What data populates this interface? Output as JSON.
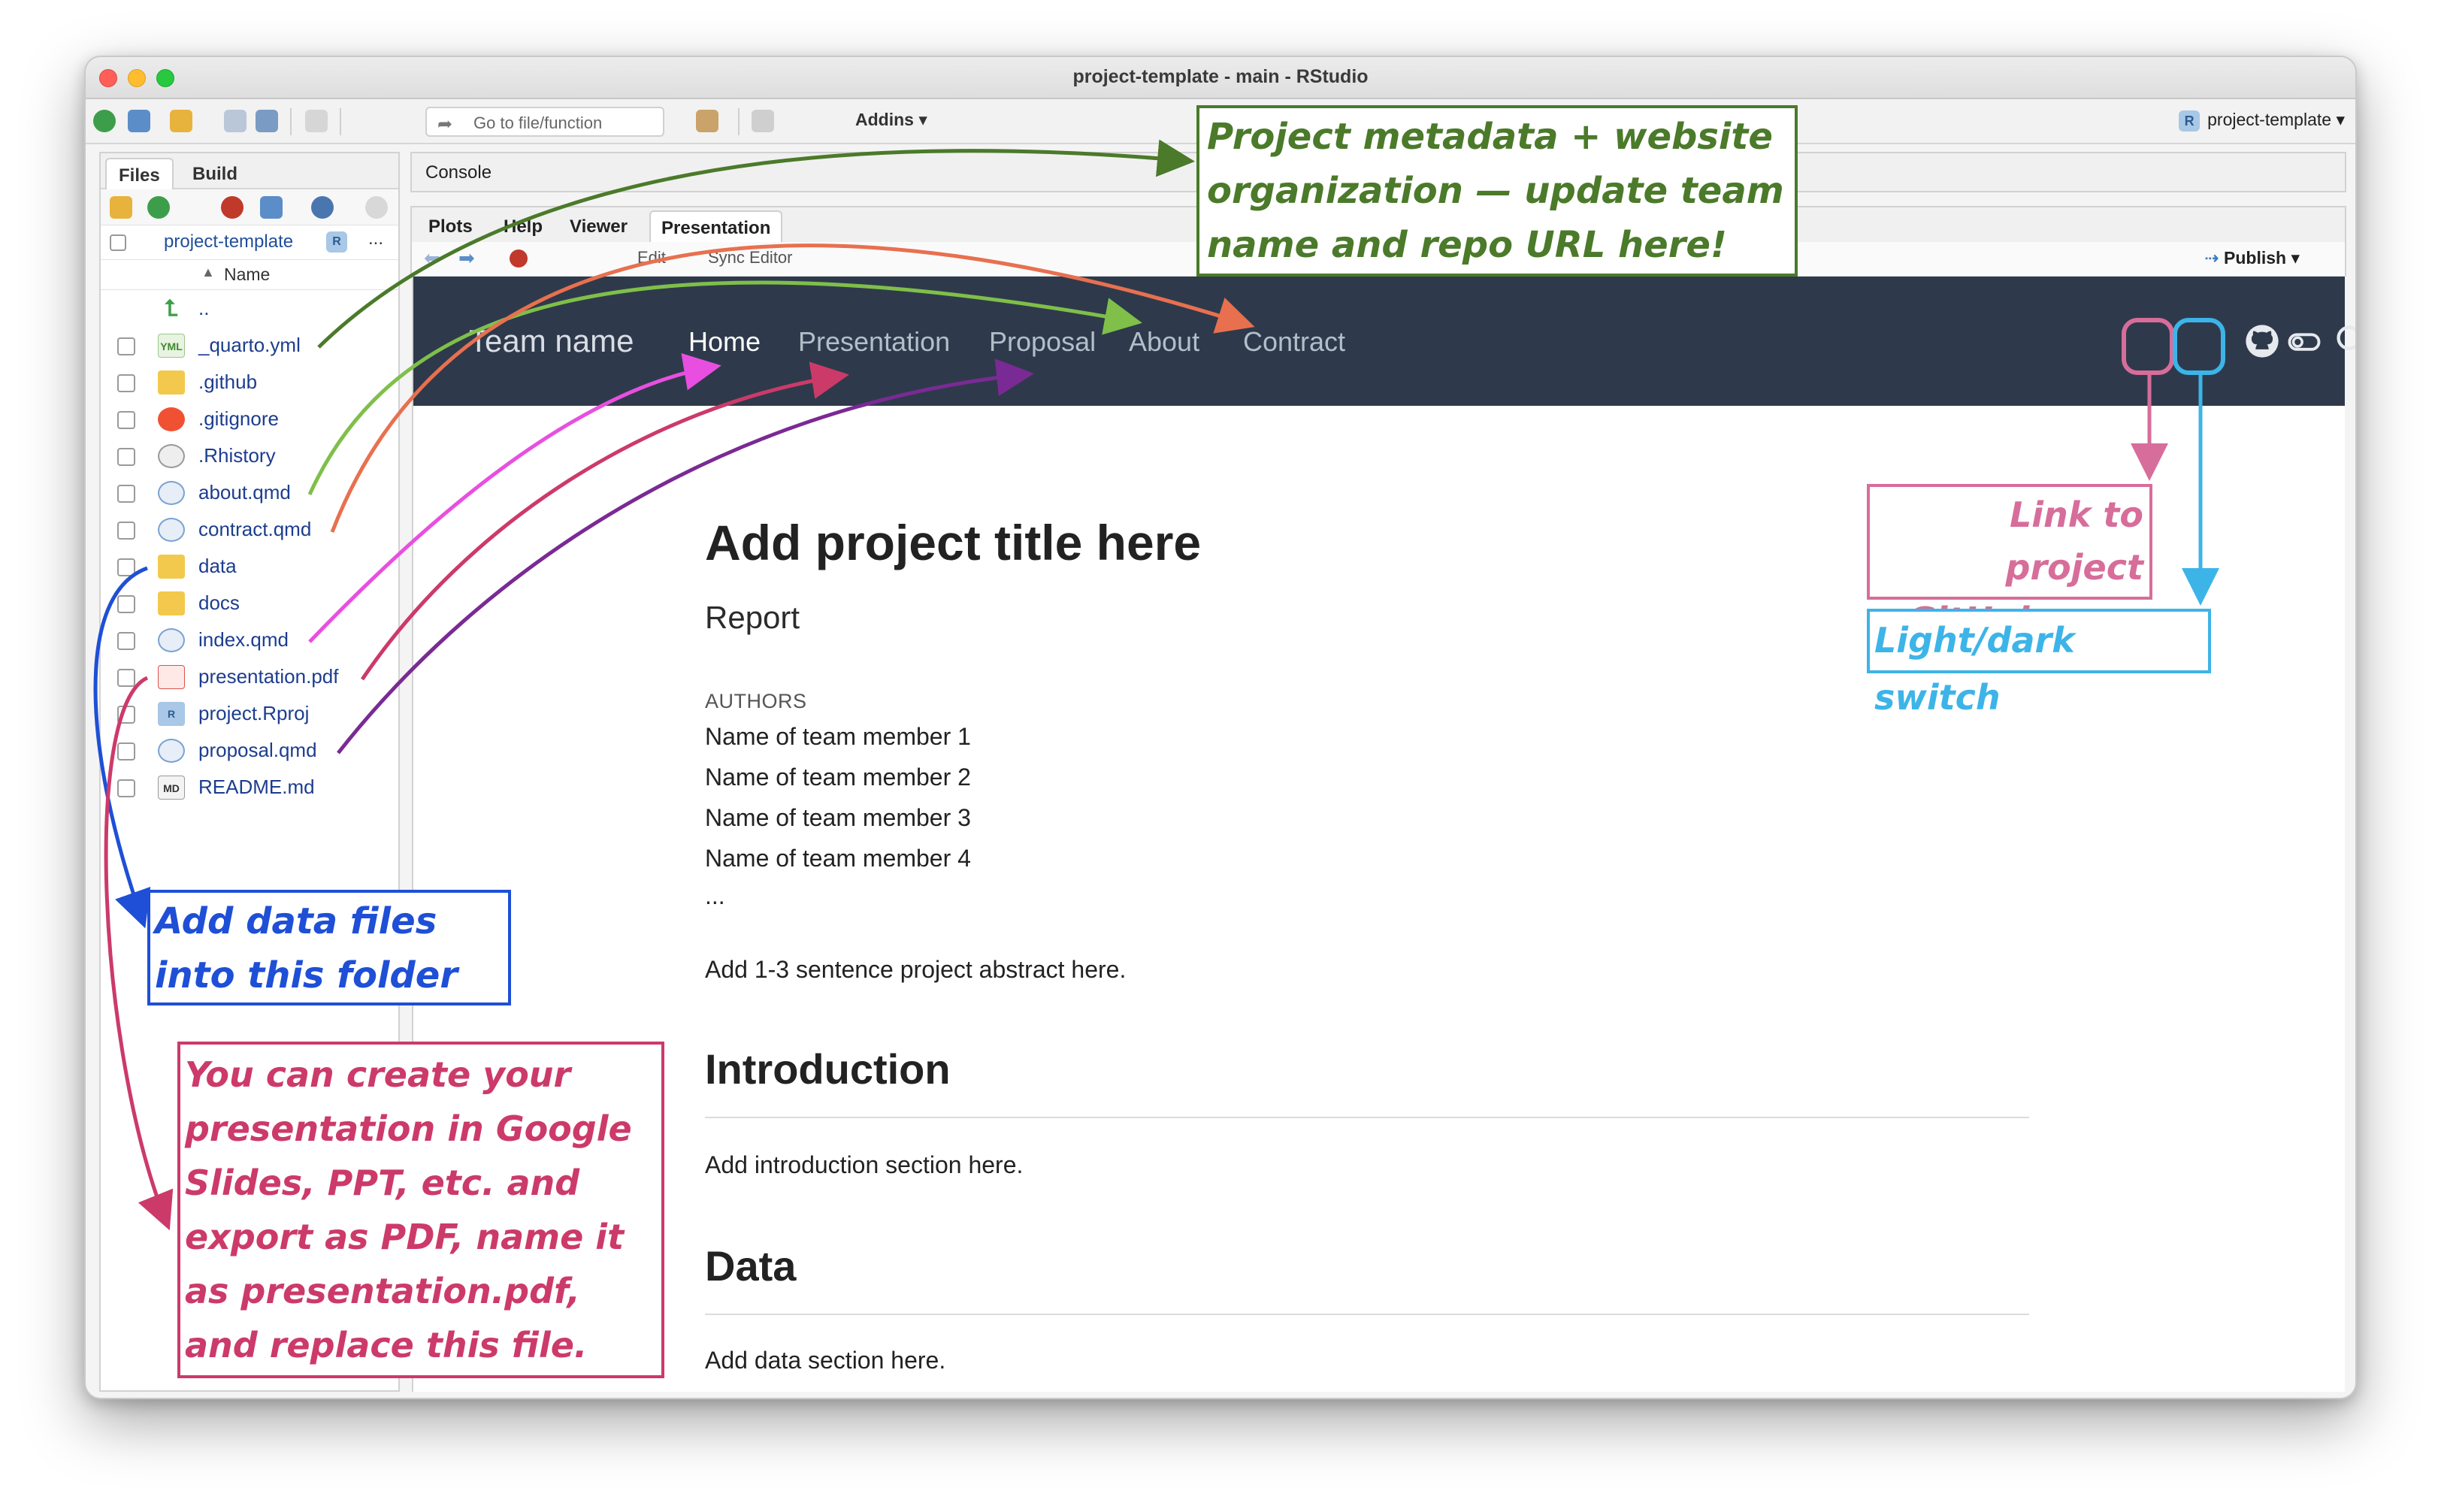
{
  "window": {
    "title": "project-template - main - RStudio"
  },
  "toolbar": {
    "goto_placeholder": "Go to file/function",
    "addins_label": "Addins",
    "project_label": "project-template",
    "project_icon_letter": "R"
  },
  "left_pane": {
    "tabs": [
      {
        "label": "Files"
      },
      {
        "label": "Build"
      }
    ],
    "breadcrumb": "project-template",
    "breadcrumb_icon_letter": "R",
    "more": "...",
    "column_header": "Name",
    "sort_glyph": "▲",
    "files": [
      {
        "name": "..",
        "icon": "up-arrow-icon"
      },
      {
        "name": "_quarto.yml",
        "icon": "yaml-file-icon",
        "badge": "YML"
      },
      {
        "name": ".github",
        "icon": "folder-icon"
      },
      {
        "name": ".gitignore",
        "icon": "git-file-icon"
      },
      {
        "name": ".Rhistory",
        "icon": "history-file-icon"
      },
      {
        "name": "about.qmd",
        "icon": "quarto-file-icon"
      },
      {
        "name": "contract.qmd",
        "icon": "quarto-file-icon"
      },
      {
        "name": "data",
        "icon": "folder-icon"
      },
      {
        "name": "docs",
        "icon": "folder-icon"
      },
      {
        "name": "index.qmd",
        "icon": "quarto-file-icon"
      },
      {
        "name": "presentation.pdf",
        "icon": "pdf-file-icon"
      },
      {
        "name": "project.Rproj",
        "icon": "rproj-file-icon",
        "badge": "R"
      },
      {
        "name": "proposal.qmd",
        "icon": "quarto-file-icon"
      },
      {
        "name": "README.md",
        "icon": "markdown-file-icon",
        "badge": "MD"
      }
    ]
  },
  "console": {
    "label": "Console"
  },
  "viewer": {
    "tabs": [
      {
        "label": "Plots"
      },
      {
        "label": "Help"
      },
      {
        "label": "Viewer"
      },
      {
        "label": "Presentation"
      }
    ],
    "publish_label": "Publish",
    "edit_label": "Edit",
    "sync_label": "Sync Editor"
  },
  "site": {
    "brand": "Team name",
    "nav": [
      {
        "label": "Home",
        "active": true
      },
      {
        "label": "Presentation",
        "active": false
      },
      {
        "label": "Proposal",
        "active": false
      },
      {
        "label": "About",
        "active": false
      },
      {
        "label": "Contract",
        "active": false
      }
    ],
    "title": "Add project title here",
    "subtitle": "Report",
    "authors_label": "AUTHORS",
    "authors": [
      "Name of team member 1",
      "Name of team member 2",
      "Name of team member 3",
      "Name of team member 4",
      "..."
    ],
    "abstract": "Add 1-3 sentence project abstract here.",
    "sections": [
      {
        "heading": "Introduction",
        "body": "Add introduction section here."
      },
      {
        "heading": "Data",
        "body": "Add data section here."
      }
    ]
  },
  "annotations": {
    "metadata": [
      "Project metadata + website",
      "organization — update team",
      "name and repo URL here!"
    ],
    "data_folder": [
      "Add data files",
      "into this folder"
    ],
    "presentation": [
      "You can create your",
      "presentation in Google",
      "Slides, PPT, etc. and",
      "export as PDF, name it",
      "as presentation.pdf,",
      "and replace this file."
    ],
    "github": [
      "Link to project",
      "GitHub repo"
    ],
    "switch": "Light/dark switch"
  },
  "colors": {
    "navbar_bg": "#2e3a4b",
    "anno_green": "#4b7a2a",
    "anno_orange": "#e8704f",
    "anno_lightgreen": "#7fbf4a",
    "anno_magenta": "#e84fe0",
    "anno_rose": "#cc3a6a",
    "anno_purple": "#7a2a94",
    "anno_blue": "#1e4fd6",
    "anno_pink": "#d76d9a",
    "anno_cyan": "#3db4e8"
  }
}
